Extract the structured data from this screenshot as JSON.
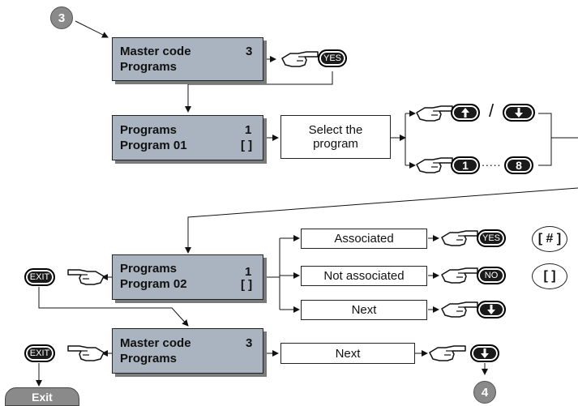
{
  "steps": {
    "start": "3",
    "end": "4"
  },
  "lcd1": {
    "line1": "Master code",
    "line2": "Programs",
    "value": "3"
  },
  "lcd2": {
    "line1": "Programs",
    "line2": "Program 01",
    "value1": "1",
    "value2": "[ ]"
  },
  "lcd3": {
    "line1": "Programs",
    "line2": "Program 02",
    "value1": "1",
    "value2": "[ ]"
  },
  "lcd4": {
    "line1": "Master code",
    "line2": "Programs",
    "value": "3"
  },
  "select_box": "Select the program",
  "options": {
    "associated": "Associated",
    "not_associated": "Not associated",
    "next": "Next",
    "next2": "Next"
  },
  "keys": {
    "yes": "YES",
    "no": "NO",
    "exit": "EXIT",
    "one": "1",
    "eight": "8",
    "up_icon": "arrow-up-icon",
    "down_icon": "arrow-down-icon"
  },
  "indicators": {
    "associated": "[ # ]",
    "not_associated": "[   ]"
  },
  "separators": {
    "slash": "/",
    "dots": "....."
  },
  "exit_label": "Exit",
  "colors": {
    "lcd": "#a9b4c0",
    "circle": "#8a8a8a",
    "key": "#1a1a1a"
  }
}
